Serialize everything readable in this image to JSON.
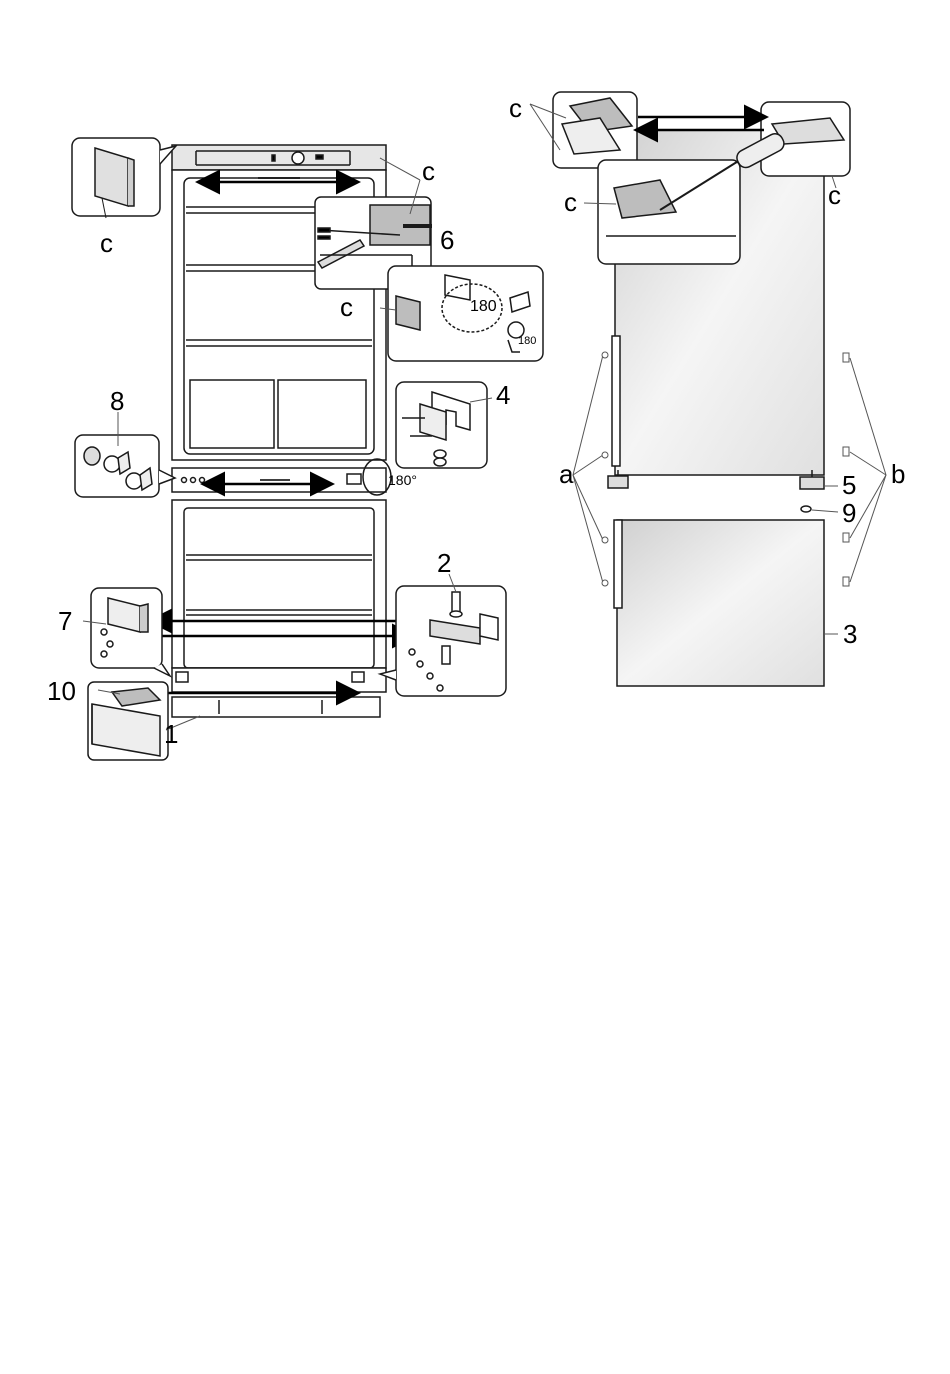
{
  "labels": {
    "c": "c",
    "n1": "1",
    "n2": "2",
    "n3": "3",
    "n4": "4",
    "n5": "5",
    "n6": "6",
    "n7": "7",
    "n8": "8",
    "n9": "9",
    "n10": "10",
    "a": "a",
    "b": "b",
    "deg180": "180",
    "deg180_small": "180°"
  },
  "colors": {
    "line": "#1a1a1a",
    "door_fill": "#e6e6e6",
    "panel_fill": "#ffffff",
    "grey_part": "#bdbdbd"
  }
}
